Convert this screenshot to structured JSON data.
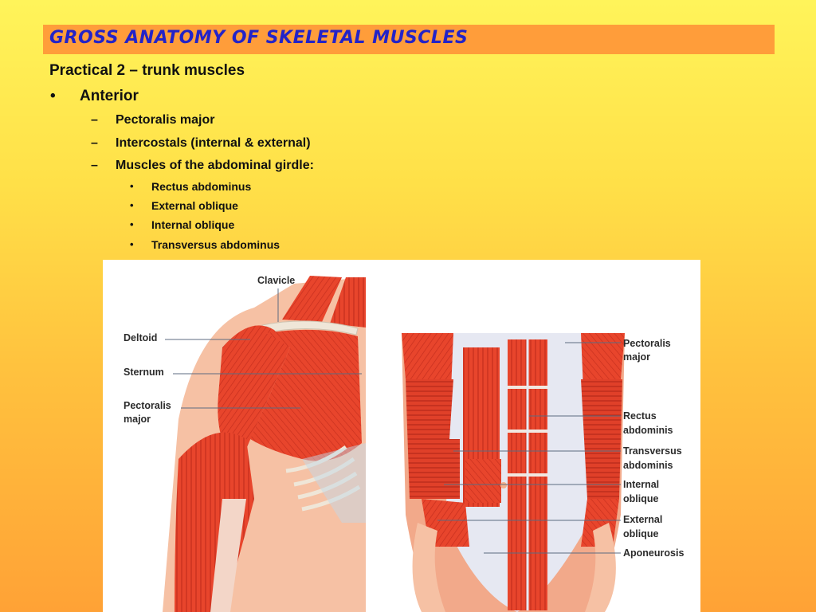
{
  "slide": {
    "title": "GROSS ANATOMY OF SKELETAL MUSCLES",
    "subtitle": "Practical 2 – trunk muscles",
    "bullet_symbol": "•",
    "dash_symbol": "–",
    "section": "Anterior",
    "items": [
      "Pectoralis major",
      "Intercostals (internal & external)",
      "Muscles of the abdominal girdle:"
    ],
    "sub_items": [
      "Rectus abdominus",
      "External oblique",
      "Internal oblique",
      "Transversus abdominus"
    ]
  },
  "figure": {
    "labels": {
      "clavicle": "Clavicle",
      "deltoid": "Deltoid",
      "sternum": "Sternum",
      "pectoralis_left_1": "Pectoralis",
      "pectoralis_left_2": "major",
      "pectoralis_right_1": "Pectoralis",
      "pectoralis_right_2": "major",
      "rectus_1": "Rectus",
      "rectus_2": "abdominis",
      "transversus_1": "Transversus",
      "transversus_2": "abdominis",
      "internal_1": "Internal",
      "internal_2": "oblique",
      "external_1": "External",
      "external_2": "oblique",
      "aponeurosis": "Aponeurosis"
    },
    "colors": {
      "muscle": "#e8452c",
      "muscle_dark": "#c62f1e",
      "fascia": "#e6e8f2",
      "skin": "#f4b79a"
    }
  }
}
